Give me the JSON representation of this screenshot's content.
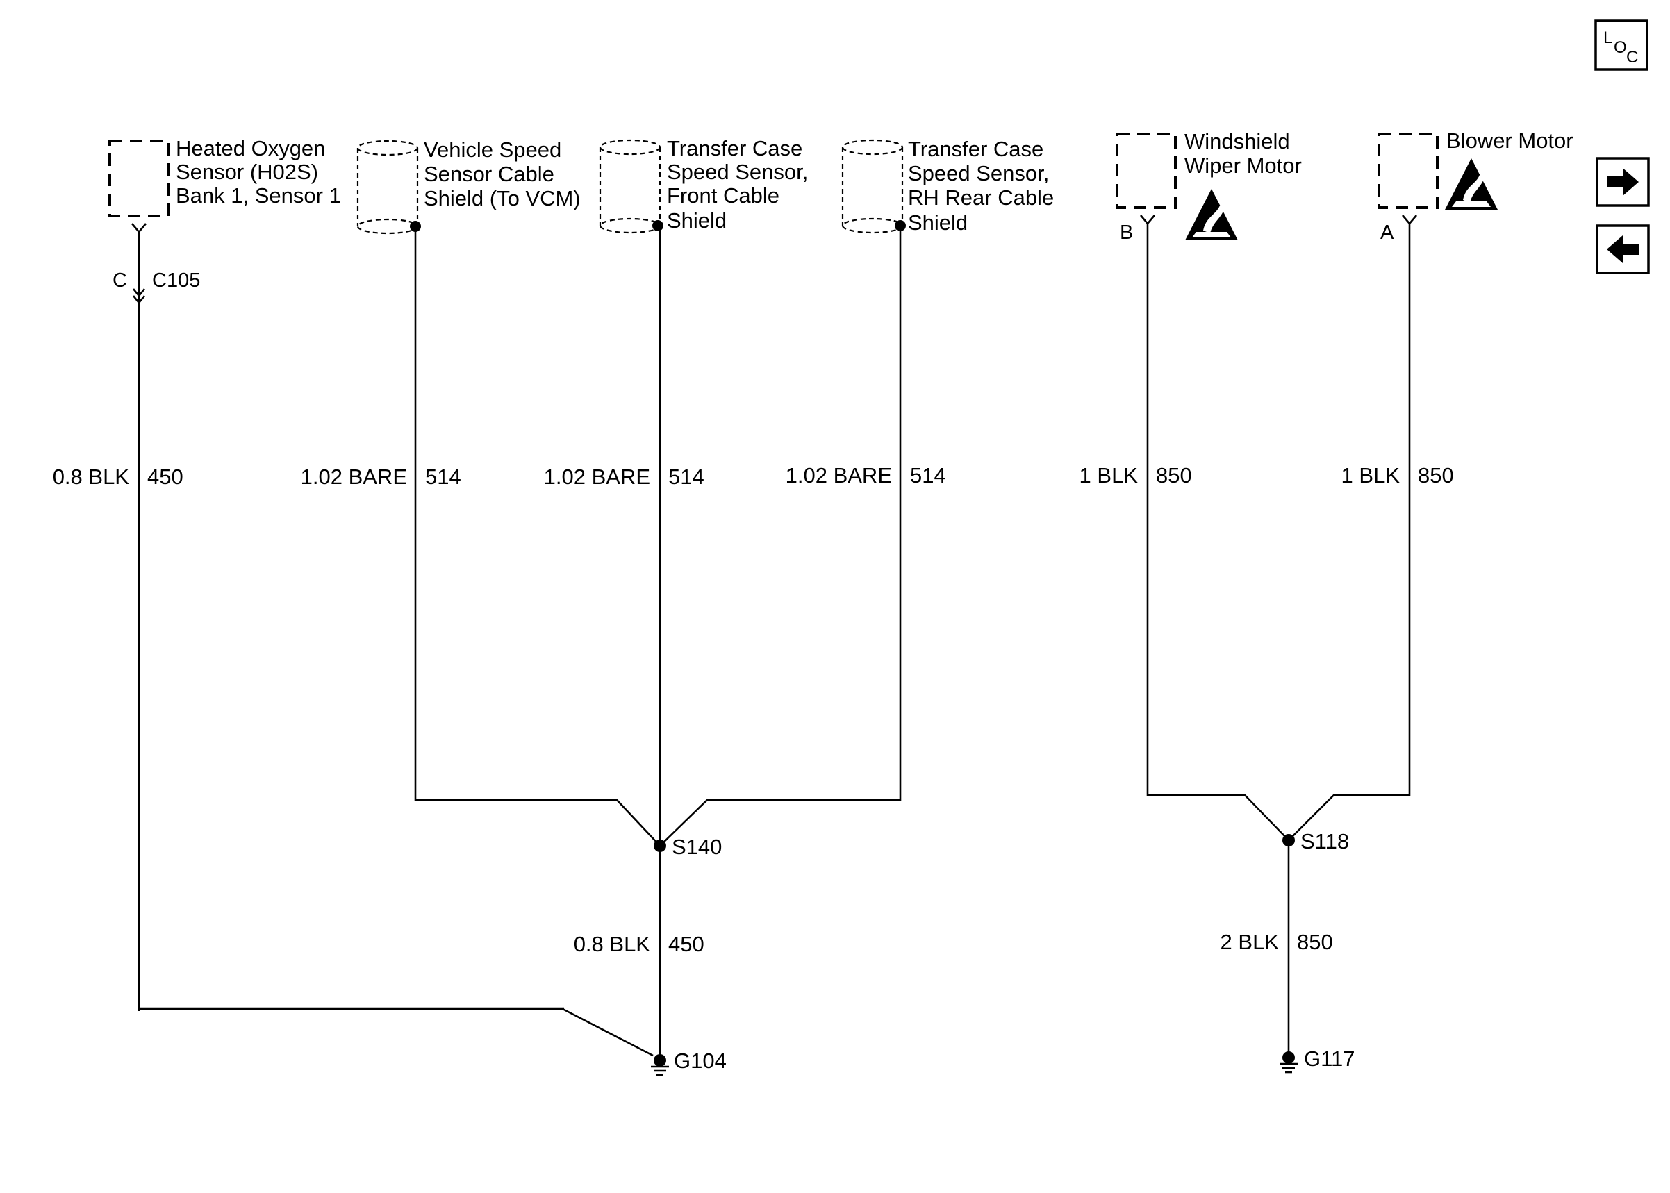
{
  "components": {
    "ho2s": [
      "Heated Oxygen",
      "Sensor (H02S)",
      "Bank 1, Sensor 1"
    ],
    "vss_shield": [
      "Vehicle Speed",
      "Sensor Cable",
      "Shield (To VCM)"
    ],
    "tc_front_shield": [
      "Transfer Case",
      "Speed Sensor,",
      "Front Cable",
      "Shield"
    ],
    "tc_rear_shield": [
      "Transfer Case",
      "Speed Sensor,",
      "RH Rear Cable",
      "Shield"
    ],
    "wiper_motor": [
      "Windshield",
      "Wiper Motor"
    ],
    "blower_motor": [
      "Blower Motor"
    ]
  },
  "connector": {
    "pin": "C",
    "id": "C105"
  },
  "pins": {
    "wiper": "B",
    "blower": "A"
  },
  "wires": {
    "ho2s": {
      "gauge_color": "0.8 BLK",
      "circuit": "450"
    },
    "vss": {
      "gauge_color": "1.02 BARE",
      "circuit": "514"
    },
    "tc_front": {
      "gauge_color": "1.02 BARE",
      "circuit": "514"
    },
    "tc_rear": {
      "gauge_color": "1.02 BARE",
      "circuit": "514"
    },
    "s140_out": {
      "gauge_color": "0.8 BLK",
      "circuit": "450"
    },
    "wiper": {
      "gauge_color": "1 BLK",
      "circuit": "850"
    },
    "blower": {
      "gauge_color": "1 BLK",
      "circuit": "850"
    },
    "s118_out": {
      "gauge_color": "2 BLK",
      "circuit": "850"
    }
  },
  "splices": {
    "left": "S140",
    "right": "S118"
  },
  "grounds": {
    "left": "G104",
    "right": "G117"
  },
  "loc_button": {
    "l": "L",
    "o": "O",
    "c": "C"
  },
  "icons": {
    "esd": "esd-warning-icon",
    "next": "arrow-right-icon",
    "prev": "arrow-left-icon"
  }
}
